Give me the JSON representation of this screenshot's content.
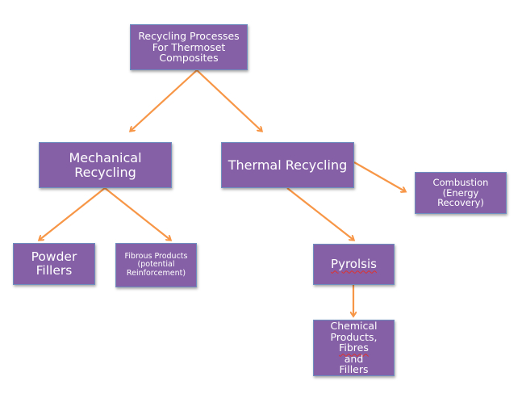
{
  "diagram": {
    "title": "Recycling Processes For Thermoset Composites",
    "colors": {
      "node_fill": "#8660a6",
      "node_border": "#6e8fc0",
      "node_text": "#ffffff",
      "arrow": "#f79646",
      "spellcheck_underline": "#e0312b"
    },
    "nodes": {
      "root": {
        "lines": [
          "Recycling Processes",
          "For Thermoset",
          "Composites"
        ]
      },
      "mechanical": {
        "lines": [
          "Mechanical",
          "Recycling"
        ]
      },
      "thermal": {
        "lines": [
          "Thermal Recycling"
        ]
      },
      "combustion": {
        "lines": [
          "Combustion",
          "(Energy",
          "Recovery)"
        ]
      },
      "powder": {
        "lines": [
          "Powder",
          "Fillers"
        ]
      },
      "fibrous": {
        "lines": [
          "Fibrous Products",
          "(potential",
          "Reinforcement)"
        ]
      },
      "pyrolysis": {
        "lines": [
          "Pyrolsis"
        ]
      },
      "chemical": {
        "lines": [
          "Chemical",
          "Products,",
          "Fibres",
          "and",
          "Fillers"
        ]
      }
    },
    "edges": [
      {
        "from": "root",
        "to": "mechanical"
      },
      {
        "from": "root",
        "to": "thermal"
      },
      {
        "from": "mechanical",
        "to": "powder"
      },
      {
        "from": "mechanical",
        "to": "fibrous"
      },
      {
        "from": "thermal",
        "to": "combustion"
      },
      {
        "from": "thermal",
        "to": "pyrolysis"
      },
      {
        "from": "pyrolysis",
        "to": "chemical"
      }
    ]
  }
}
